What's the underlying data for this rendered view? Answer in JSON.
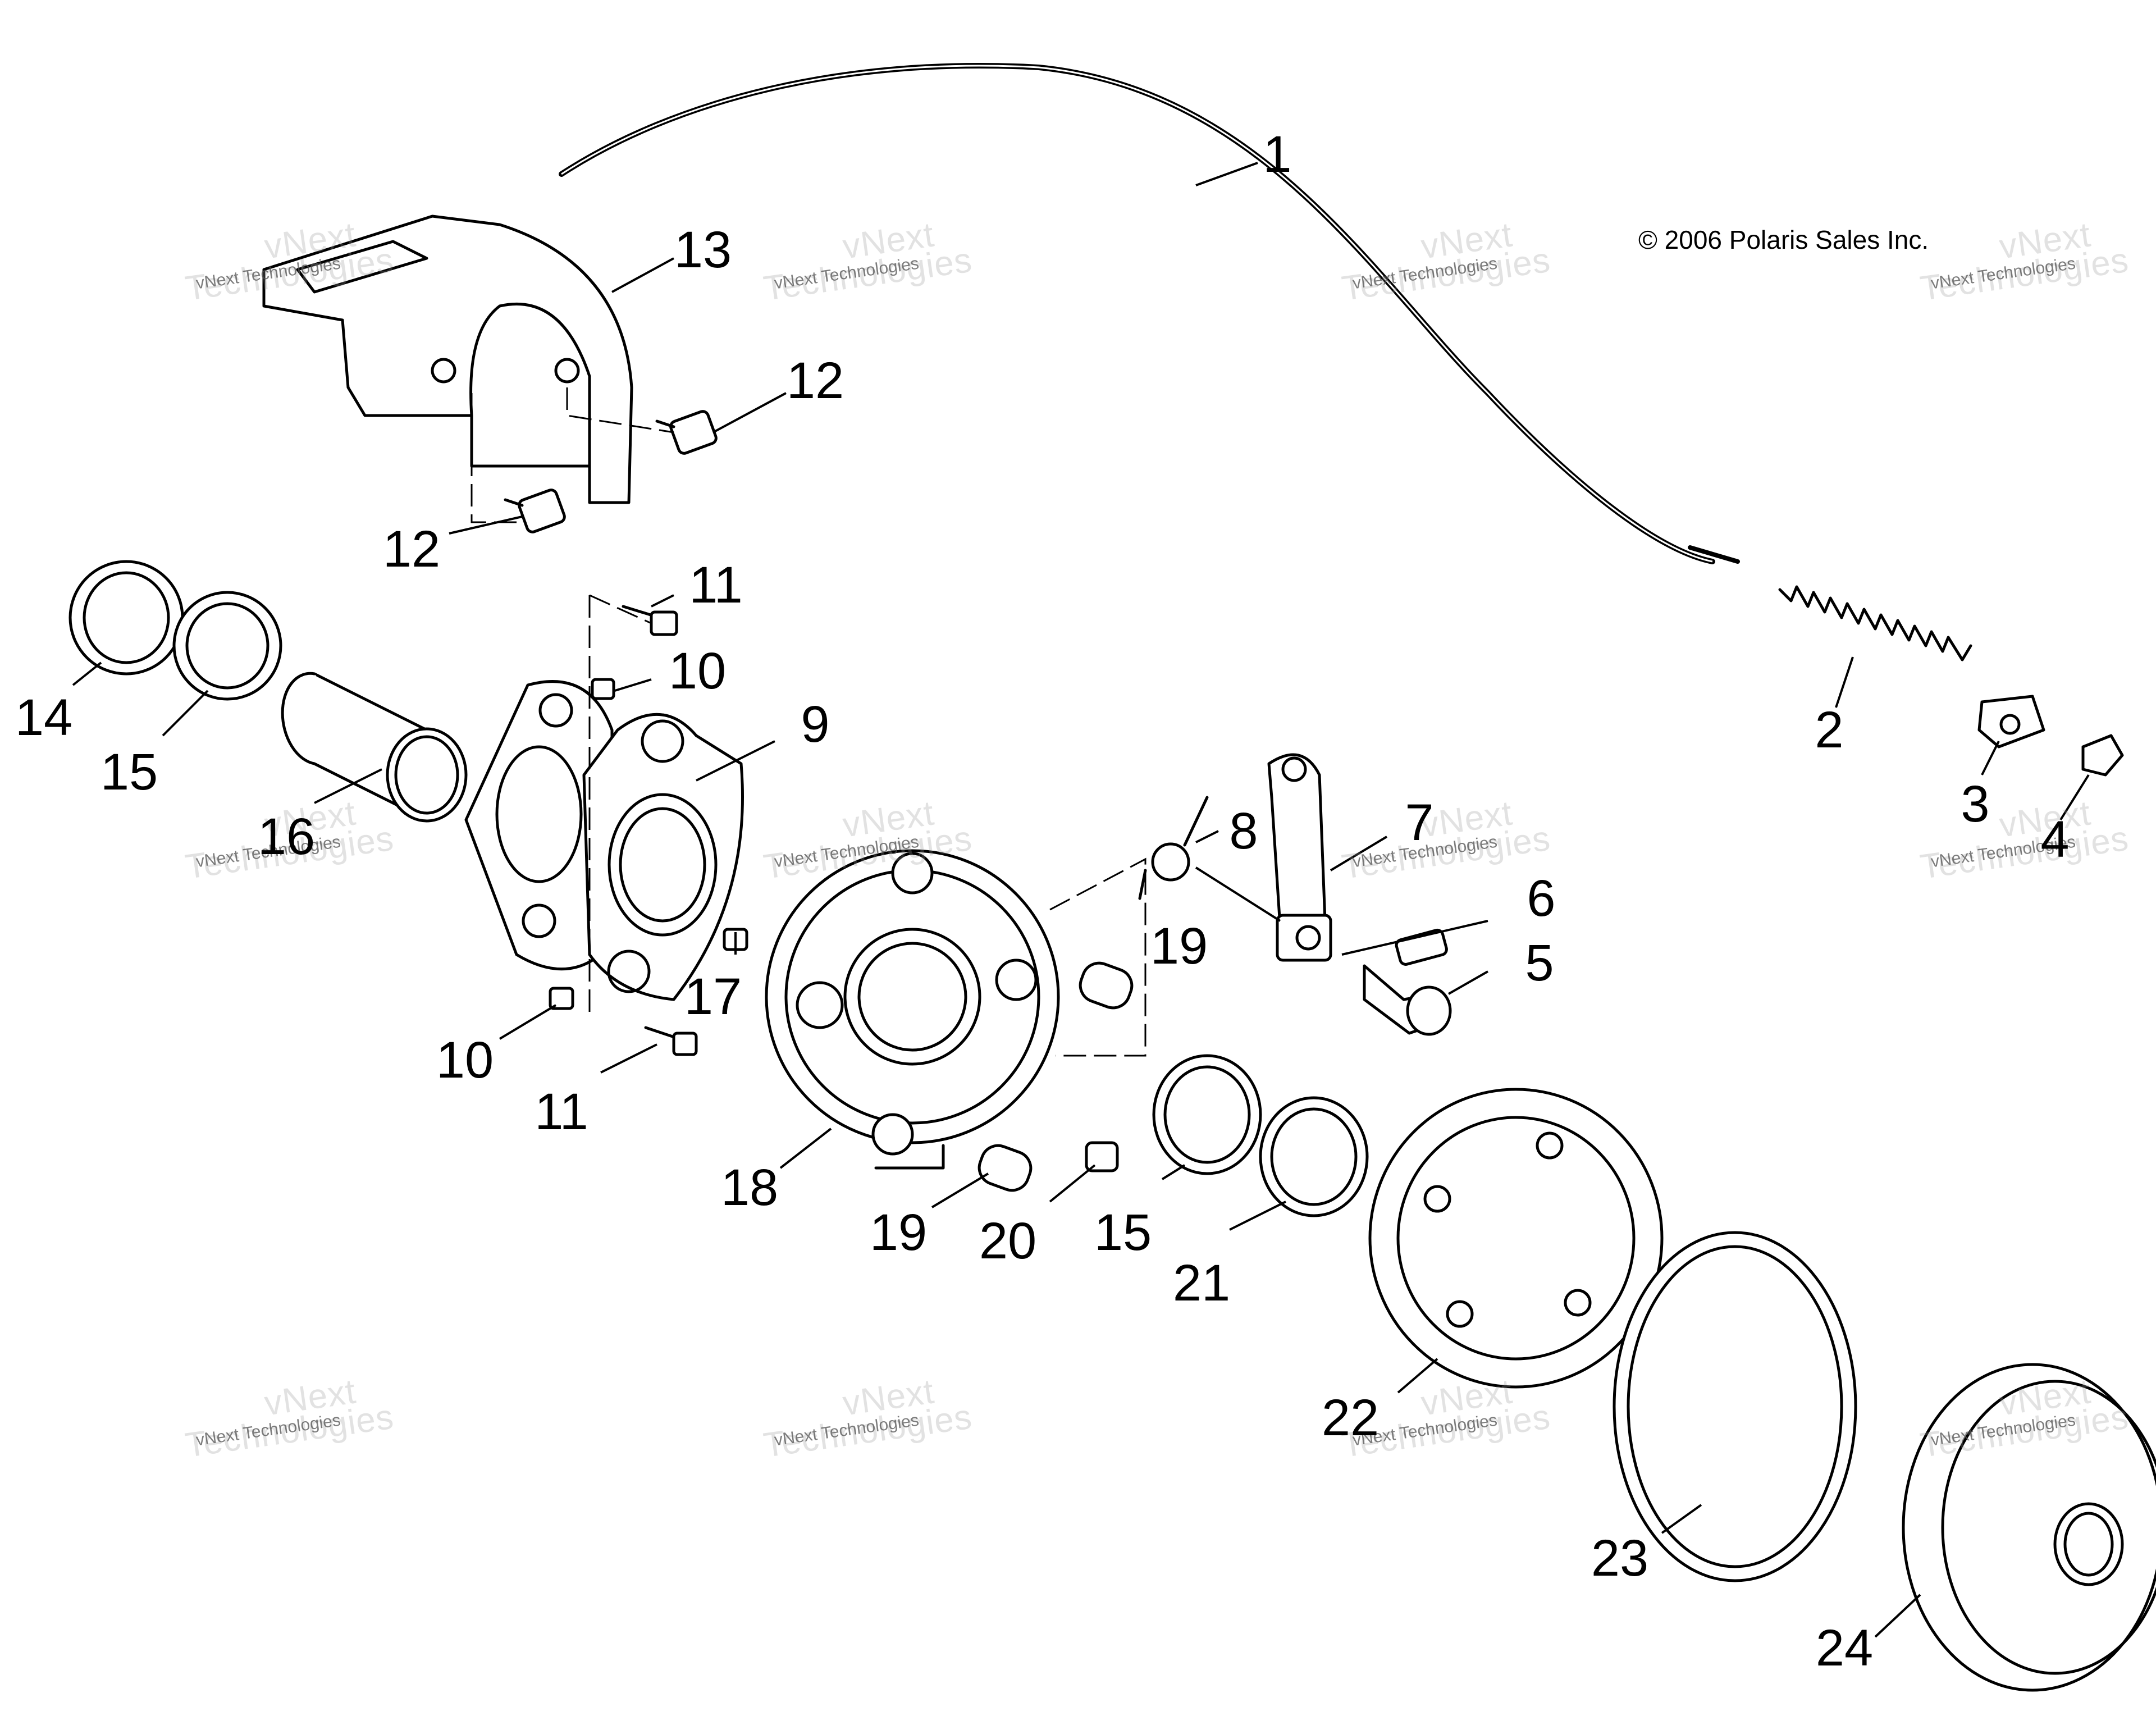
{
  "copyright": "© 2006 Polaris Sales Inc.",
  "watermark": {
    "brand_top": "vNext",
    "brand_bottom": "Technologies",
    "caption": "vNext Technologies"
  },
  "callouts": [
    "1",
    "2",
    "3",
    "4",
    "5",
    "6",
    "7",
    "8",
    "9",
    "10",
    "10",
    "11",
    "11",
    "12",
    "12",
    "13",
    "14",
    "15",
    "15",
    "16",
    "17",
    "18",
    "19",
    "19",
    "20",
    "21",
    "22",
    "23",
    "24"
  ]
}
